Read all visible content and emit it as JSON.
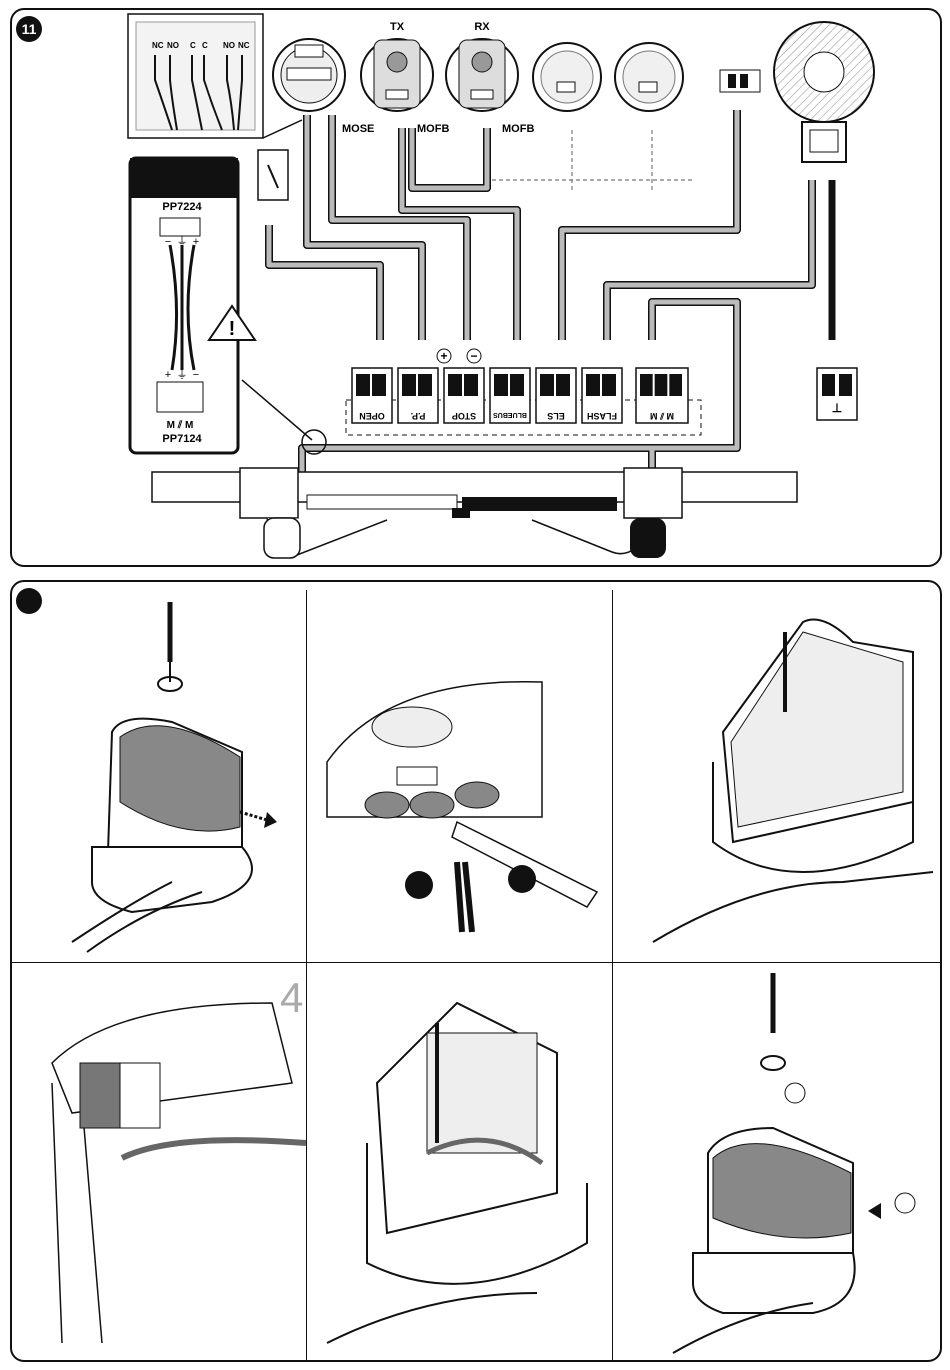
{
  "figure_number": "11",
  "step_number_cell4": "4",
  "devices": {
    "contact_labels": [
      "NC",
      "NO",
      "C",
      "C",
      "NO",
      "NC"
    ],
    "mose": "MOSE",
    "tx": "TX",
    "rx": "RX",
    "mofb_tx": "MOFB",
    "mofb_rx": "MOFB"
  },
  "psu": {
    "top_model": "PP7224",
    "bottom_model": "PP7124",
    "top_polarity": [
      "−",
      "⏚",
      "+"
    ],
    "bottom_polarity": [
      "+",
      "⏚",
      "−"
    ],
    "bottom_terminal": "M ⫽ M"
  },
  "terminals": [
    "OPEN",
    "P.P.",
    "STOP",
    "BLUEBUS",
    "ELS",
    "FLASH",
    "M ⫽ M"
  ],
  "terminal_signs": {
    "pp": "+",
    "stop": "−"
  },
  "antenna_terminal": "⊥"
}
